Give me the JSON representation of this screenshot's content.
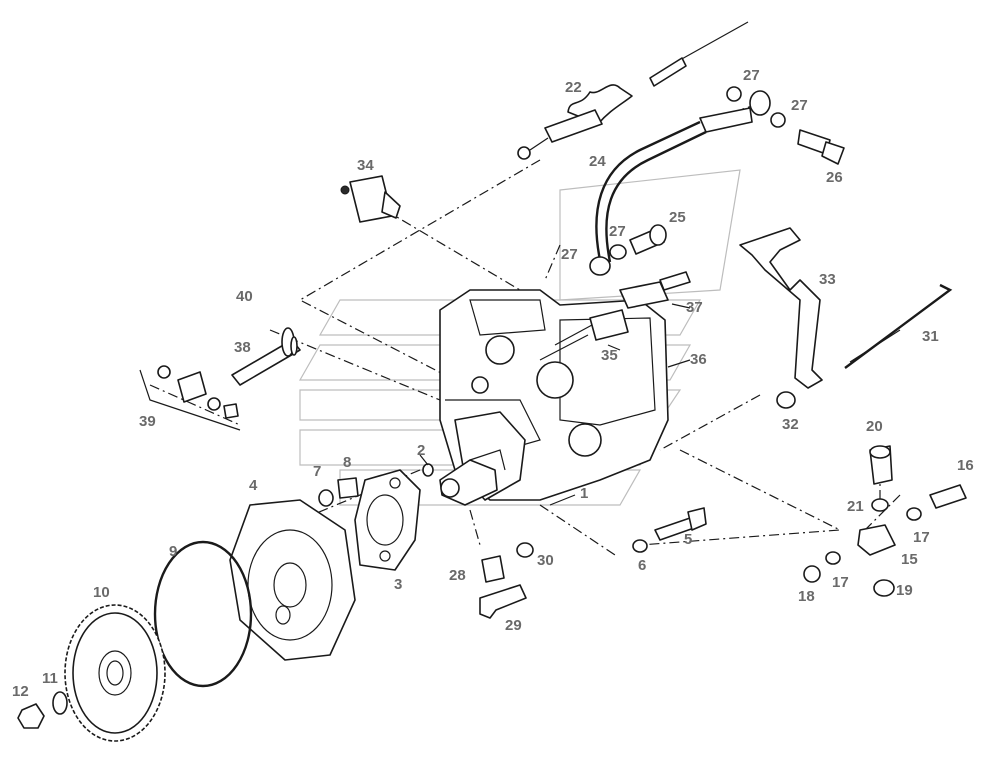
{
  "diagram": {
    "callouts": [
      {
        "id": "c1",
        "text": "1"
      },
      {
        "id": "c2",
        "text": "2"
      },
      {
        "id": "c3",
        "text": "3"
      },
      {
        "id": "c4",
        "text": "4"
      },
      {
        "id": "c5",
        "text": "5"
      },
      {
        "id": "c6",
        "text": "6"
      },
      {
        "id": "c7",
        "text": "7"
      },
      {
        "id": "c8",
        "text": "8"
      },
      {
        "id": "c9",
        "text": "9"
      },
      {
        "id": "c10",
        "text": "10"
      },
      {
        "id": "c11",
        "text": "11"
      },
      {
        "id": "c12",
        "text": "12"
      },
      {
        "id": "c15",
        "text": "15"
      },
      {
        "id": "c16",
        "text": "16"
      },
      {
        "id": "c17a",
        "text": "17"
      },
      {
        "id": "c17b",
        "text": "17"
      },
      {
        "id": "c18",
        "text": "18"
      },
      {
        "id": "c19",
        "text": "19"
      },
      {
        "id": "c20",
        "text": "20"
      },
      {
        "id": "c21",
        "text": "21"
      },
      {
        "id": "c22",
        "text": "22"
      },
      {
        "id": "c24",
        "text": "24"
      },
      {
        "id": "c25",
        "text": "25"
      },
      {
        "id": "c26",
        "text": "26"
      },
      {
        "id": "c27a",
        "text": "27"
      },
      {
        "id": "c27b",
        "text": "27"
      },
      {
        "id": "c27c",
        "text": "27"
      },
      {
        "id": "c27d",
        "text": "27"
      },
      {
        "id": "c28",
        "text": "28"
      },
      {
        "id": "c29",
        "text": "29"
      },
      {
        "id": "c30",
        "text": "30"
      },
      {
        "id": "c31",
        "text": "31"
      },
      {
        "id": "c32",
        "text": "32"
      },
      {
        "id": "c33",
        "text": "33"
      },
      {
        "id": "c34",
        "text": "34"
      },
      {
        "id": "c35",
        "text": "35"
      },
      {
        "id": "c36",
        "text": "36"
      },
      {
        "id": "c37",
        "text": "37"
      },
      {
        "id": "c38",
        "text": "38"
      },
      {
        "id": "c39",
        "text": "39"
      },
      {
        "id": "c40",
        "text": "40"
      }
    ]
  }
}
